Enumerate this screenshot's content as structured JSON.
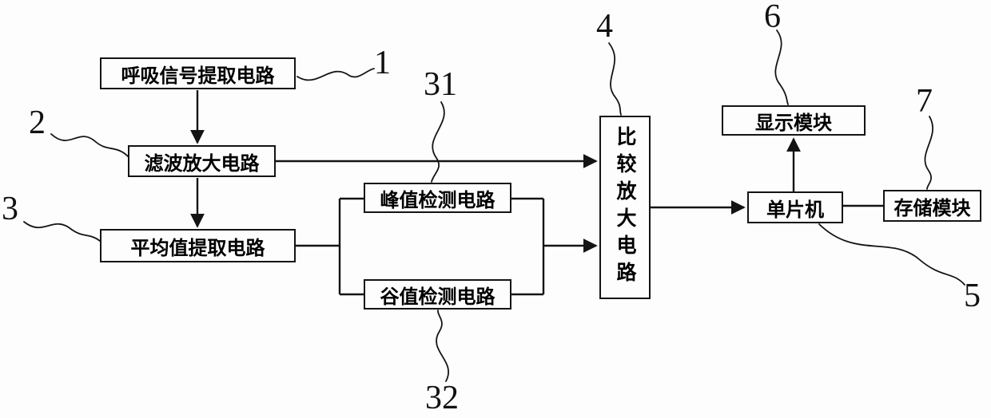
{
  "diagram": {
    "blocks": {
      "respiratory": {
        "label": "呼吸信号提取电路",
        "ref": "1"
      },
      "filter": {
        "label": "滤波放大电路",
        "ref": "2"
      },
      "average": {
        "label": "平均值提取电路",
        "ref": "3"
      },
      "peak": {
        "label": "峰值检测电路",
        "ref": "31"
      },
      "valley": {
        "label": "谷值检测电路",
        "ref": "32"
      },
      "comparator": {
        "label": "比较放大电路",
        "ref": "4"
      },
      "mcu": {
        "label": "单片机",
        "ref": "5"
      },
      "display": {
        "label": "显示模块",
        "ref": "6"
      },
      "storage": {
        "label": "存储模块",
        "ref": "7"
      }
    },
    "colors": {
      "line": "#141414",
      "background": "#fdfdfd",
      "text": "#000000"
    }
  }
}
